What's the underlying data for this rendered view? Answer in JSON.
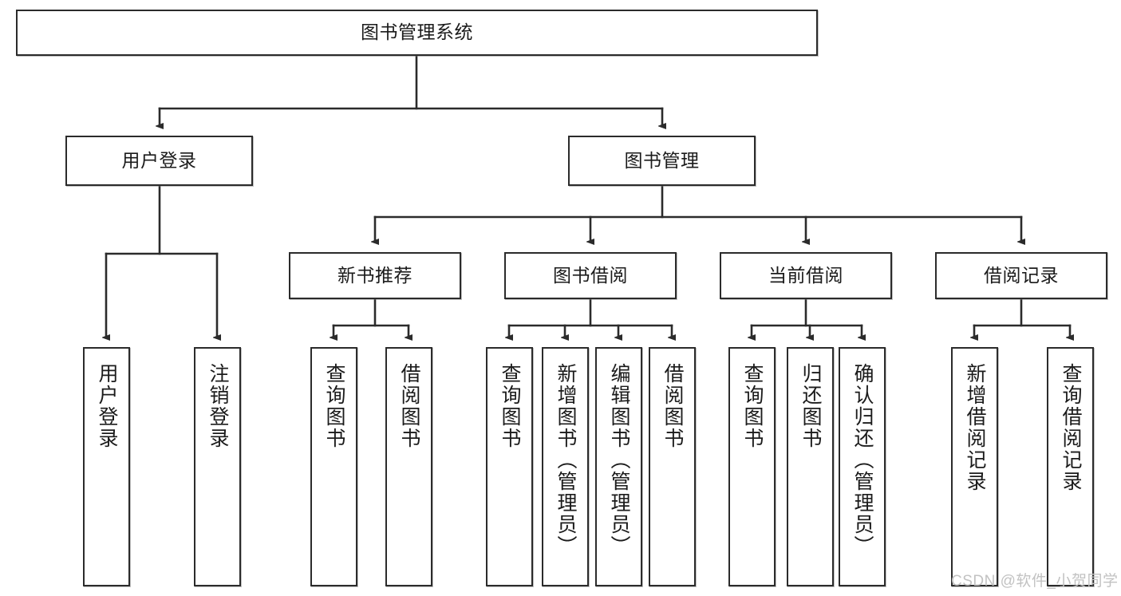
{
  "diagram": {
    "type": "tree-hierarchy",
    "title": "图书管理系统",
    "orientation": "top-down",
    "background_color": "#ffffff",
    "box_border_color": "#2b2b2b",
    "edge_color": "#2b2b2b"
  },
  "nodes": {
    "root": {
      "label": "图书管理系统"
    },
    "level2": [
      {
        "id": "user-login",
        "label": "用户登录"
      },
      {
        "id": "book-manage",
        "label": "图书管理"
      }
    ],
    "level3": [
      {
        "id": "new-book-recommend",
        "label": "新书推荐"
      },
      {
        "id": "book-borrow",
        "label": "图书借阅"
      },
      {
        "id": "current-borrow",
        "label": "当前借阅"
      },
      {
        "id": "borrow-record",
        "label": "借阅记录"
      }
    ],
    "leaves": {
      "user_login": [
        {
          "id": "leaf-user-login",
          "label": "用户登录"
        },
        {
          "id": "leaf-logout-login",
          "label": "注销登录"
        }
      ],
      "new_book_recommend": [
        {
          "id": "leaf-query-book-1",
          "label": "查询图书"
        },
        {
          "id": "leaf-borrow-book-1",
          "label": "借阅图书"
        }
      ],
      "book_borrow": [
        {
          "id": "leaf-query-book-2",
          "label": "查询图书"
        },
        {
          "id": "leaf-add-book",
          "label": "新增图书（管理员）"
        },
        {
          "id": "leaf-edit-book",
          "label": "编辑图书（管理员）"
        },
        {
          "id": "leaf-borrow-book-2",
          "label": "借阅图书"
        }
      ],
      "current_borrow": [
        {
          "id": "leaf-query-book-3",
          "label": "查询图书"
        },
        {
          "id": "leaf-return-book",
          "label": "归还图书"
        },
        {
          "id": "leaf-confirm-return",
          "label": "确认归还（管理员）"
        }
      ],
      "borrow_record": [
        {
          "id": "leaf-add-borrow-record",
          "label": "新增借阅记录"
        },
        {
          "id": "leaf-query-borrow-record",
          "label": "查询借阅记录"
        }
      ]
    }
  },
  "watermark": {
    "text": "CSDN @软件_小贺同学"
  }
}
